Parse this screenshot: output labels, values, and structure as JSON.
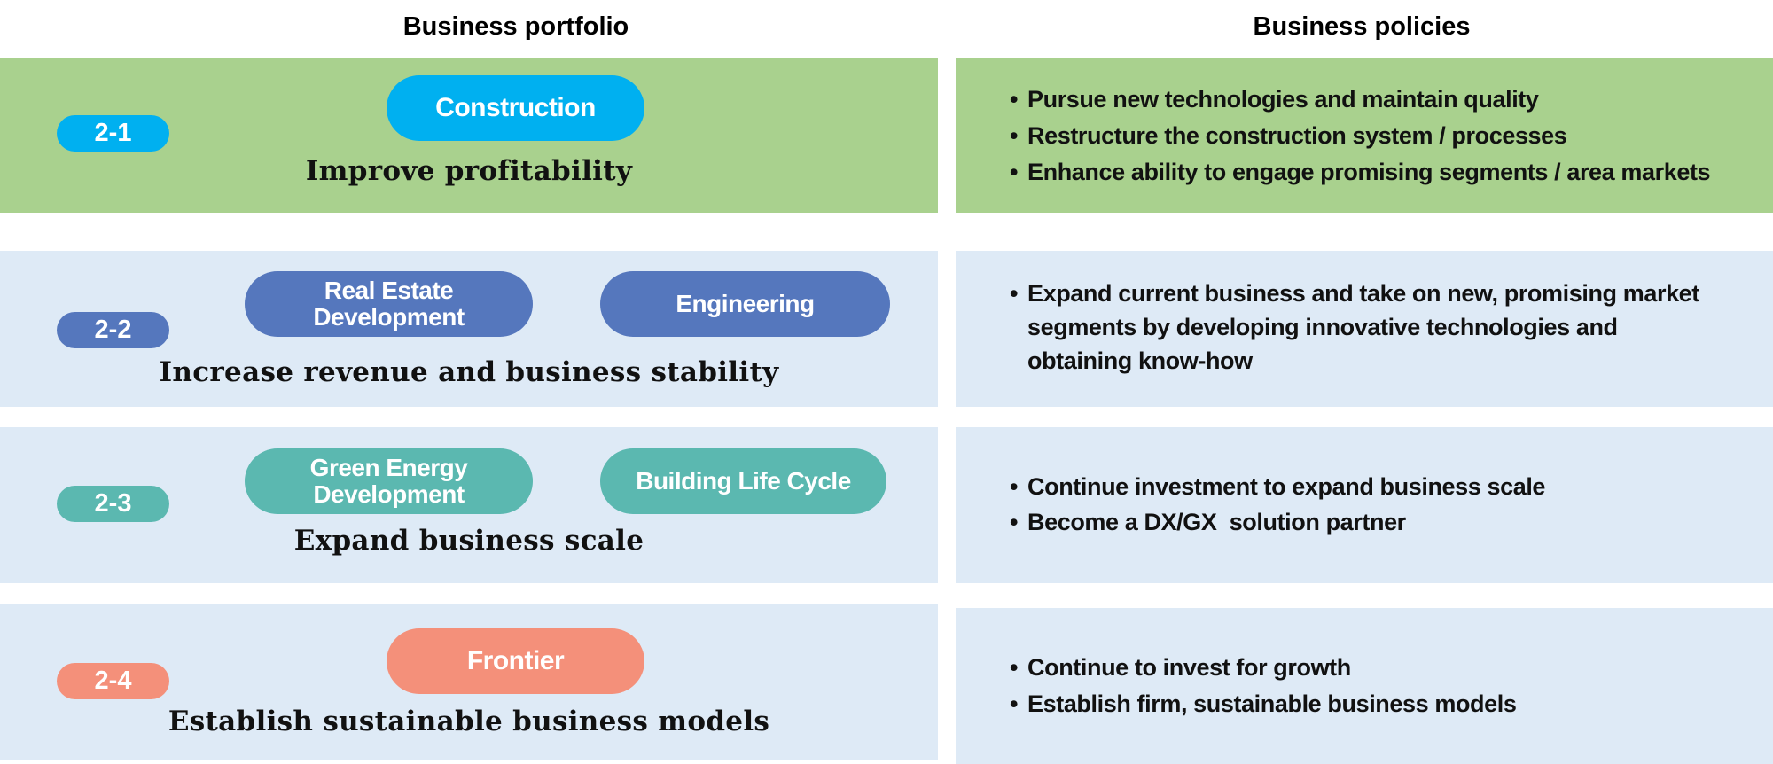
{
  "headers": {
    "portfolio": "Business portfolio",
    "policies": "Business policies"
  },
  "colors": {
    "green_row": "#a9d18e",
    "blue_row": "#deeaf6",
    "badge_1": "#00b0f0",
    "badge_2": "#5577bd",
    "badge_3": "#5bb8b0",
    "badge_4": "#f4907a"
  },
  "rows": [
    {
      "badge": "2-1",
      "segments": [
        "Construction"
      ],
      "goal": "Improve profitability",
      "policies": [
        "Pursue new technologies and maintain quality",
        "Restructure the construction system / processes",
        "Enhance ability to engage promising segments / area markets"
      ]
    },
    {
      "badge": "2-2",
      "segments": [
        "Real Estate Development",
        "Engineering"
      ],
      "goal": "Increase revenue and business stability",
      "policies": [
        "Expand current business and take on new, promising market",
        "segments by developing innovative technologies and",
        "obtaining know-how"
      ]
    },
    {
      "badge": "2-3",
      "segments": [
        "Green Energy Development",
        "Building Life Cycle"
      ],
      "goal": "Expand business scale",
      "policies": [
        "Continue investment to expand business scale",
        "Become a DX/GX  solution partner"
      ]
    },
    {
      "badge": "2-4",
      "segments": [
        "Frontier"
      ],
      "goal": "Establish sustainable business models",
      "policies": [
        "Continue to invest for growth",
        "Establish firm, sustainable business models"
      ]
    }
  ],
  "bullet": "•"
}
